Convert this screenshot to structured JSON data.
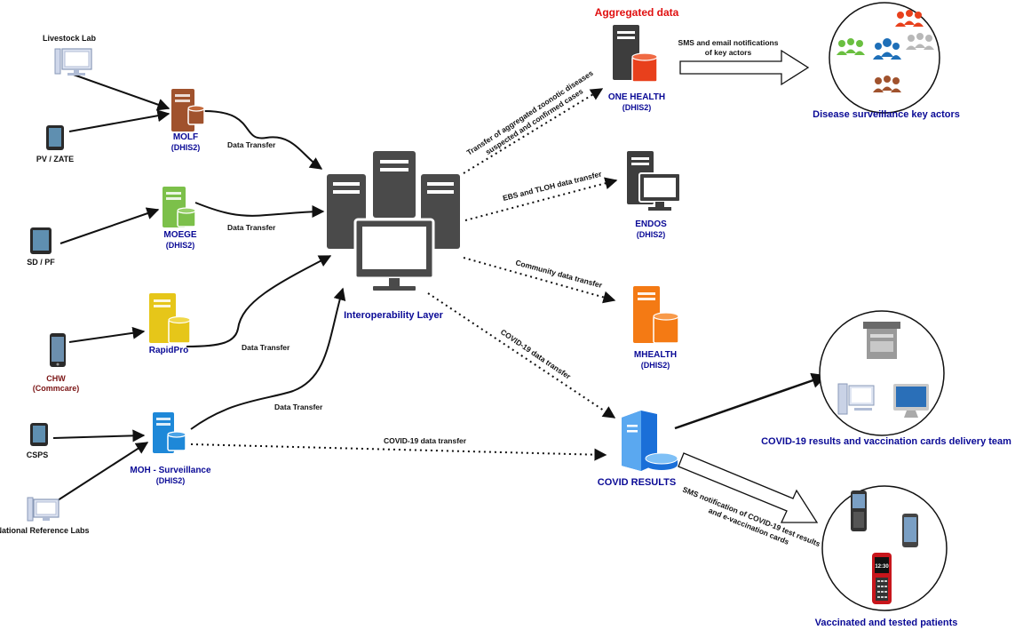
{
  "sources": {
    "livestock_lab": "Livestock Lab",
    "pv_zate": "PV / ZATE",
    "sd_pf": "SD / PF",
    "chw": "CHW",
    "commcare": "(Commcare)",
    "csps": "CSPS",
    "nrl": "National Reference Labs"
  },
  "systems": {
    "molf": "MOLF",
    "moege": "MOEGE",
    "rapidpro": "RapidPro",
    "moh": "MOH - Surveillance",
    "dhis2": "(DHIS2)",
    "interop": "Interoperability Layer",
    "aggregated_title": "Aggregated data",
    "one_health": "ONE HEALTH",
    "endos": "ENDOS",
    "mhealth": "MHEALTH",
    "covid_results": "COVID RESULTS"
  },
  "edges": {
    "data_transfer": "Data Transfer",
    "zoonotic_1": "Transfer of aggregated zoonotic diseases",
    "zoonotic_2": "suspected and confirmed cases",
    "ebs_tloh": "EBS and TLOH data transfer",
    "community": "Community data transfer",
    "covid_transfer": "COVID-19 data transfer",
    "sms_email_1": "SMS and email notifications",
    "sms_email_2": "of key actors",
    "sms_covid_1": "SMS notification of COVID-19 test results",
    "sms_covid_2": "and e-vaccination cards"
  },
  "targets": {
    "key_actors": "Disease surveillance key actors",
    "delivery_team": "COVID-19 results and vaccination cards delivery team",
    "patients": "Vaccinated and tested patients"
  },
  "colors": {
    "molf": "#a0522d",
    "moege": "#7cc04a",
    "rapidpro": "#e6c619",
    "moh": "#1e88d8",
    "interop": "#4a4a4a",
    "one_health": "#e8401c",
    "mhealth": "#f47a14",
    "covid": "#1a6fd8",
    "label_blue": "#0a0a96",
    "aggregated_red": "#e01010"
  },
  "phone": {
    "display_time": "12:30"
  }
}
